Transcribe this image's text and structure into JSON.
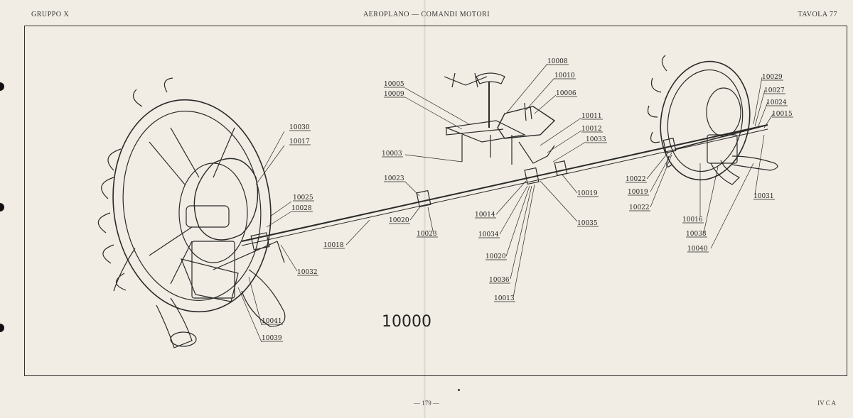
{
  "header": {
    "left": "GRUPPO X",
    "center": "AEROPLANO — COMANDI MOTORI",
    "right": "TAVOLA 77"
  },
  "footer": {
    "page": "— 179 —",
    "right": "IV C A"
  },
  "figure": {
    "number": "10000",
    "labels": [
      "10030",
      "10017",
      "10025",
      "10028",
      "10018",
      "10032",
      "10041",
      "10039",
      "10023",
      "10020",
      "10023",
      "10003",
      "10005",
      "10009",
      "10008",
      "10010",
      "10006",
      "10011",
      "10012",
      "10033",
      "10014",
      "10034",
      "10020",
      "10036",
      "10013",
      "10019",
      "10035",
      "10022",
      "10019",
      "10022",
      "10029",
      "10027",
      "10024",
      "10015",
      "10016",
      "10038",
      "10040",
      "10031"
    ]
  },
  "colors": {
    "paper": "#f1ede4",
    "ink": "#222222"
  }
}
